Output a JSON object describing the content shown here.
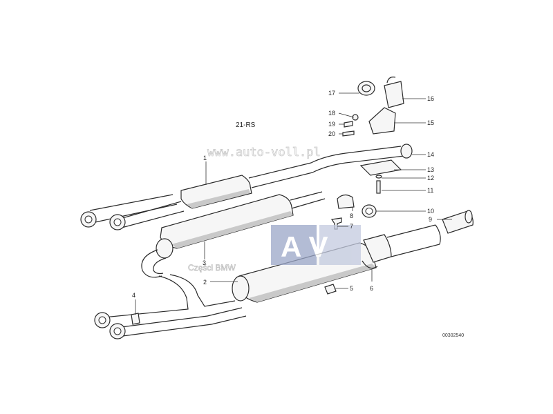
{
  "diagram": {
    "title": "21-RS",
    "drawing_code": "00302540",
    "watermark_url": "www.auto-voll.pl",
    "watermark_text": "Części BMW",
    "logo_text": "A V",
    "callouts": [
      "1",
      "2",
      "3",
      "4",
      "5",
      "6",
      "7",
      "8",
      "9",
      "10",
      "11",
      "12",
      "13",
      "14",
      "15",
      "16",
      "17",
      "18",
      "19",
      "20"
    ]
  },
  "colors": {
    "logo_blue": "#9aa6c8",
    "line": "#2b2b2b"
  }
}
